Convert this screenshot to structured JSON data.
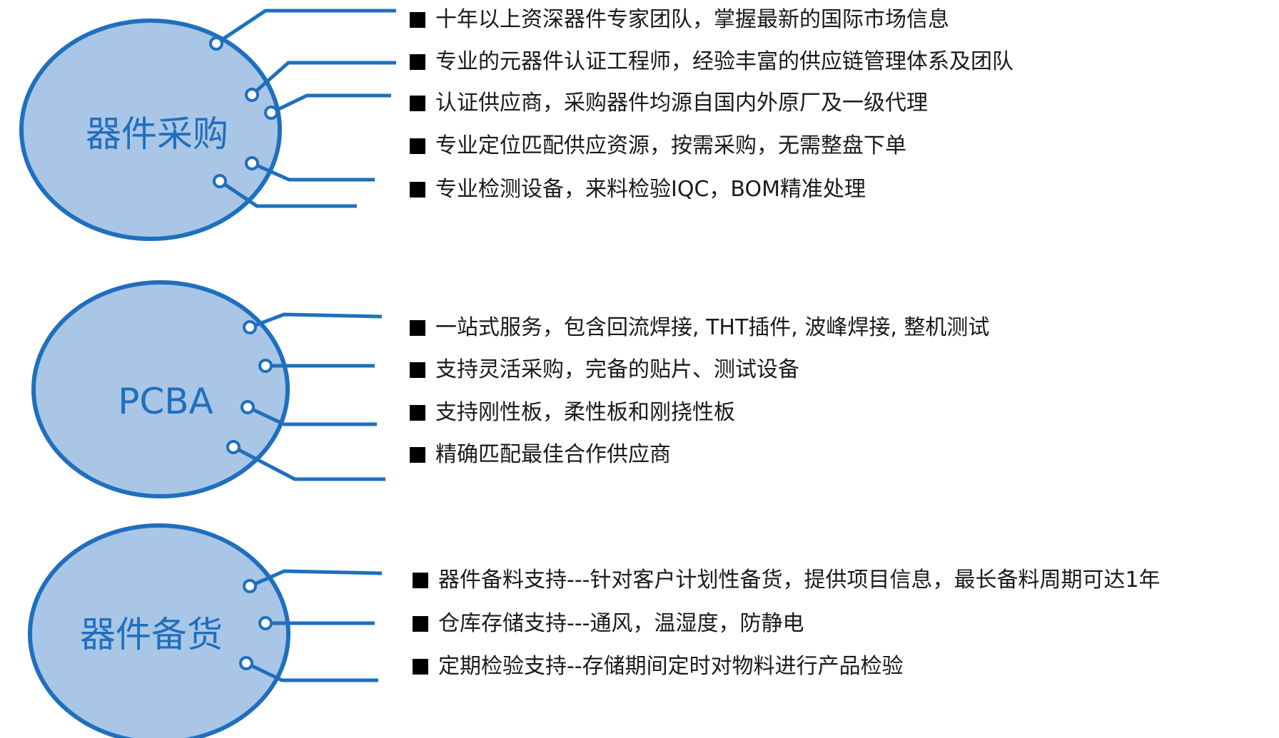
{
  "colors": {
    "ellipse_fill": "#a9c6e6",
    "ellipse_stroke": "#1f6fbe",
    "title_text": "#1f6fbe",
    "bullet_marker": "#000000",
    "body_text": "#1a1a1a"
  },
  "marker_icon": "black-square-bullet-icon",
  "groups": [
    {
      "title": "器件采购",
      "items": [
        "十年以上资深器件专家团队，掌握最新的国际市场信息",
        "专业的元器件认证工程师，经验丰富的供应链管理体系及团队",
        "认证供应商，采购器件均源自国内外原厂及一级代理",
        "专业定位匹配供应资源，按需采购，无需整盘下单",
        "专业检测设备，来料检验IQC，BOM精准处理"
      ]
    },
    {
      "title": "PCBA",
      "items": [
        "一站式服务，包含回流焊接, THT插件, 波峰焊接, 整机测试",
        "支持灵活采购，完备的贴片、测试设备",
        "支持刚性板，柔性板和刚挠性板",
        "精确匹配最佳合作供应商"
      ]
    },
    {
      "title": "器件备货",
      "items": [
        "器件备料支持---针对客户计划性备货，提供项目信息，最长备料周期可达1年",
        "仓库存储支持---通风，温湿度，防静电",
        "定期检验支持--存储期间定时对物料进行产品检验"
      ]
    }
  ]
}
